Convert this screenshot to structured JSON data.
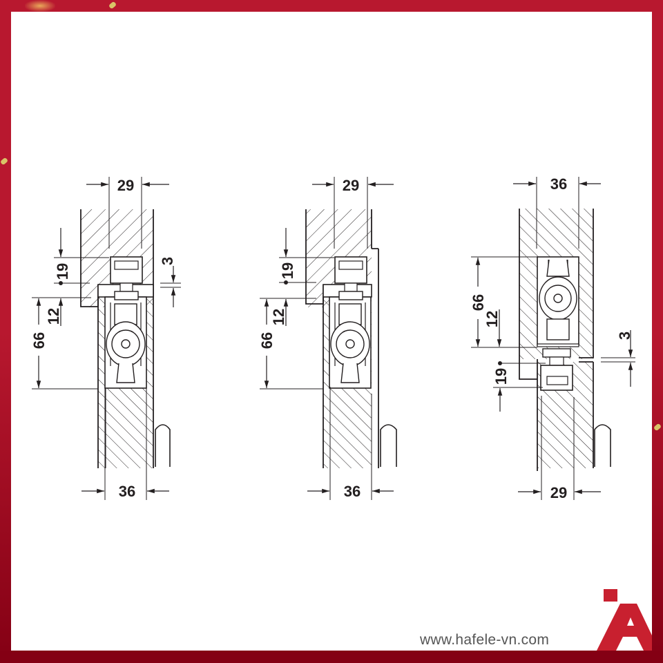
{
  "colors": {
    "frame": "#b8182f",
    "frame_dark": "#840014",
    "line": "#231f20",
    "logo": "#c8202f",
    "url_text": "#555555"
  },
  "diagrams": [
    {
      "name": "left-mounting",
      "top_width": "29",
      "bottom_width": "36",
      "dim_19": "19",
      "dim_3": "3",
      "dim_12": "12",
      "dim_66": "66"
    },
    {
      "name": "middle-mounting",
      "top_width": "29",
      "bottom_width": "36",
      "dim_19": "19",
      "dim_12": "12",
      "dim_66": "66"
    },
    {
      "name": "right-mounting",
      "top_width": "36",
      "bottom_width": "29",
      "dim_66": "66",
      "dim_12": "12",
      "dim_3": "3",
      "dim_19": "19"
    }
  ],
  "footer": {
    "url": "www.hafele-vn.com",
    "logo_icon": "hafele-a-logo-icon"
  }
}
